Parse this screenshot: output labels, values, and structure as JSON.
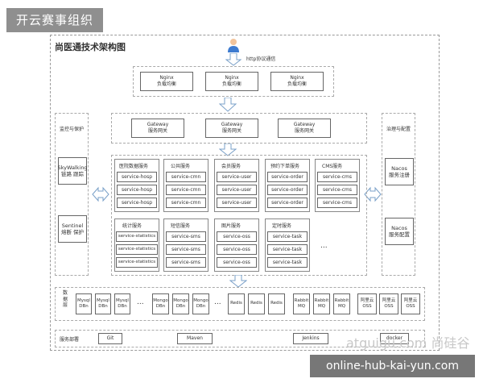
{
  "badge": "开云赛事组织",
  "title": "尚医通技术架构图",
  "http_label": "http协议通信",
  "nginx": [
    "Nginx\n负载均衡",
    "Nginx\n负载均衡",
    "Nginx\n负载均衡"
  ],
  "gateway": [
    "Gateway\n服务网关",
    "Gateway\n服务网关",
    "Gateway\n服务网关"
  ],
  "left_panel": {
    "label": "监控与保护",
    "skywalking": "SkyWalking\n链路 跟踪",
    "sentinel": "Sentinel\n熔断 保护"
  },
  "right_panel": {
    "label": "治理与配置",
    "nacos1": "Nacos\n服务注册",
    "nacos2": "Nacos\n服务配置"
  },
  "groups_row1": [
    {
      "label": "医院数据服务",
      "items": [
        "service-hosp",
        "service-hosp",
        "service-hosp"
      ]
    },
    {
      "label": "公共服务",
      "items": [
        "service-cmn",
        "service-cmn",
        "service-cmn"
      ]
    },
    {
      "label": "会员服务",
      "items": [
        "service-user",
        "service-user",
        "service-user"
      ]
    },
    {
      "label": "预约下单服务",
      "items": [
        "service-order",
        "service-order",
        "service-order"
      ]
    },
    {
      "label": "CMS服务",
      "items": [
        "service-cms",
        "service-cms",
        "service-cms"
      ]
    }
  ],
  "groups_row2": [
    {
      "label": "统计服务",
      "items": [
        "service-statistics",
        "service-statistics",
        "service-statistics"
      ]
    },
    {
      "label": "短信服务",
      "items": [
        "service-sms",
        "service-sms",
        "service-sms"
      ]
    },
    {
      "label": "图片服务",
      "items": [
        "service-oss",
        "service-oss",
        "service-oss"
      ]
    },
    {
      "label": "定时服务",
      "items": [
        "service-task",
        "service-task",
        "service-task"
      ]
    }
  ],
  "ellipsis": "...",
  "data_layer": {
    "label": "数\n据\n层",
    "items": [
      "Mysql\nDBn",
      "Mysql\nDBn",
      "Mysql\nDBn",
      "Mongo\nDBn",
      "Mongo\nDBn",
      "Mongo\nDBn",
      "Redis",
      "Redis",
      "Redis",
      "Rabbit\nMQ",
      "Rabbit\nMQ",
      "Rabbit\nMQ",
      "阿里云\nOSS",
      "阿里云\nOSS",
      "阿里云\nOSS"
    ]
  },
  "deploy": {
    "label": "服务部署",
    "items": [
      "Git",
      "Maven",
      "Jenkins",
      "docker"
    ]
  },
  "watermark": "atguigu.com 尚硅谷",
  "footer": "online-hub-kai-yun.com"
}
